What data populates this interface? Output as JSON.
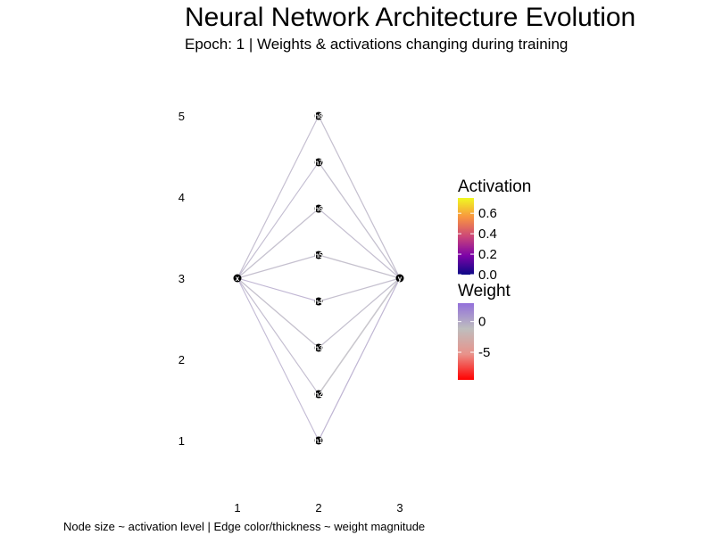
{
  "chart_data": {
    "type": "network",
    "title": "Neural Network Architecture Evolution",
    "subtitle": "Epoch: 1 | Weights & activations changing during training",
    "caption": "Node size ~ activation level | Edge color/thickness ~ weight magnitude",
    "xlim": [
      1,
      3
    ],
    "ylim": [
      1,
      5
    ],
    "x_ticks": [
      "1",
      "2",
      "3"
    ],
    "y_ticks": [
      "1",
      "2",
      "3",
      "4",
      "5"
    ],
    "nodes": [
      {
        "id": "x",
        "label": "x",
        "x": 1,
        "y": 3.0,
        "activation": 0.0
      },
      {
        "id": "h1",
        "label": "h1",
        "x": 2,
        "y": 1.0,
        "activation": 0.0
      },
      {
        "id": "h2",
        "label": "h2",
        "x": 2,
        "y": 1.571,
        "activation": 0.0
      },
      {
        "id": "h3",
        "label": "h3",
        "x": 2,
        "y": 2.143,
        "activation": 0.0
      },
      {
        "id": "h4",
        "label": "h4",
        "x": 2,
        "y": 2.714,
        "activation": 0.0
      },
      {
        "id": "h5",
        "label": "h5",
        "x": 2,
        "y": 3.286,
        "activation": 0.0
      },
      {
        "id": "h6",
        "label": "h6",
        "x": 2,
        "y": 3.857,
        "activation": 0.0
      },
      {
        "id": "h7",
        "label": "h7",
        "x": 2,
        "y": 4.429,
        "activation": 0.0
      },
      {
        "id": "h8",
        "label": "h8",
        "x": 2,
        "y": 5.0,
        "activation": 0.0
      },
      {
        "id": "y",
        "label": "y",
        "x": 3,
        "y": 3.0,
        "activation": 0.0
      }
    ],
    "edges": [
      {
        "from": "x",
        "to": "h1",
        "weight": 0.1
      },
      {
        "from": "x",
        "to": "h2",
        "weight": -0.3
      },
      {
        "from": "x",
        "to": "h3",
        "weight": -0.6
      },
      {
        "from": "x",
        "to": "h4",
        "weight": 0.2
      },
      {
        "from": "x",
        "to": "h5",
        "weight": -0.4
      },
      {
        "from": "x",
        "to": "h6",
        "weight": -0.5
      },
      {
        "from": "x",
        "to": "h7",
        "weight": -0.2
      },
      {
        "from": "x",
        "to": "h8",
        "weight": -0.3
      },
      {
        "from": "h1",
        "to": "y",
        "weight": 0.3
      },
      {
        "from": "h2",
        "to": "y",
        "weight": -0.9
      },
      {
        "from": "h3",
        "to": "y",
        "weight": -0.5
      },
      {
        "from": "h4",
        "to": "y",
        "weight": -0.4
      },
      {
        "from": "h5",
        "to": "y",
        "weight": -0.6
      },
      {
        "from": "h6",
        "to": "y",
        "weight": -0.3
      },
      {
        "from": "h7",
        "to": "y",
        "weight": -0.5
      },
      {
        "from": "h8",
        "to": "y",
        "weight": -0.4
      }
    ],
    "legends": {
      "activation": {
        "title": "Activation",
        "ticks": [
          0.0,
          0.2,
          0.4,
          0.6
        ],
        "tick_labels": [
          "0.0",
          "0.2",
          "0.4",
          "0.6"
        ],
        "range": [
          0.0,
          0.75
        ],
        "colors": [
          "#0d0887",
          "#7e03a8",
          "#cc4778",
          "#f89540",
          "#f0f921"
        ]
      },
      "weight": {
        "title": "Weight",
        "ticks": [
          0,
          -5
        ],
        "tick_labels": [
          "0",
          "-5"
        ],
        "range": [
          -9.5,
          3
        ],
        "colors": [
          "#ff0000",
          "#e9928a",
          "#bebebe",
          "#9370db"
        ]
      }
    },
    "node_color": "#000000",
    "legend_position": "right"
  }
}
